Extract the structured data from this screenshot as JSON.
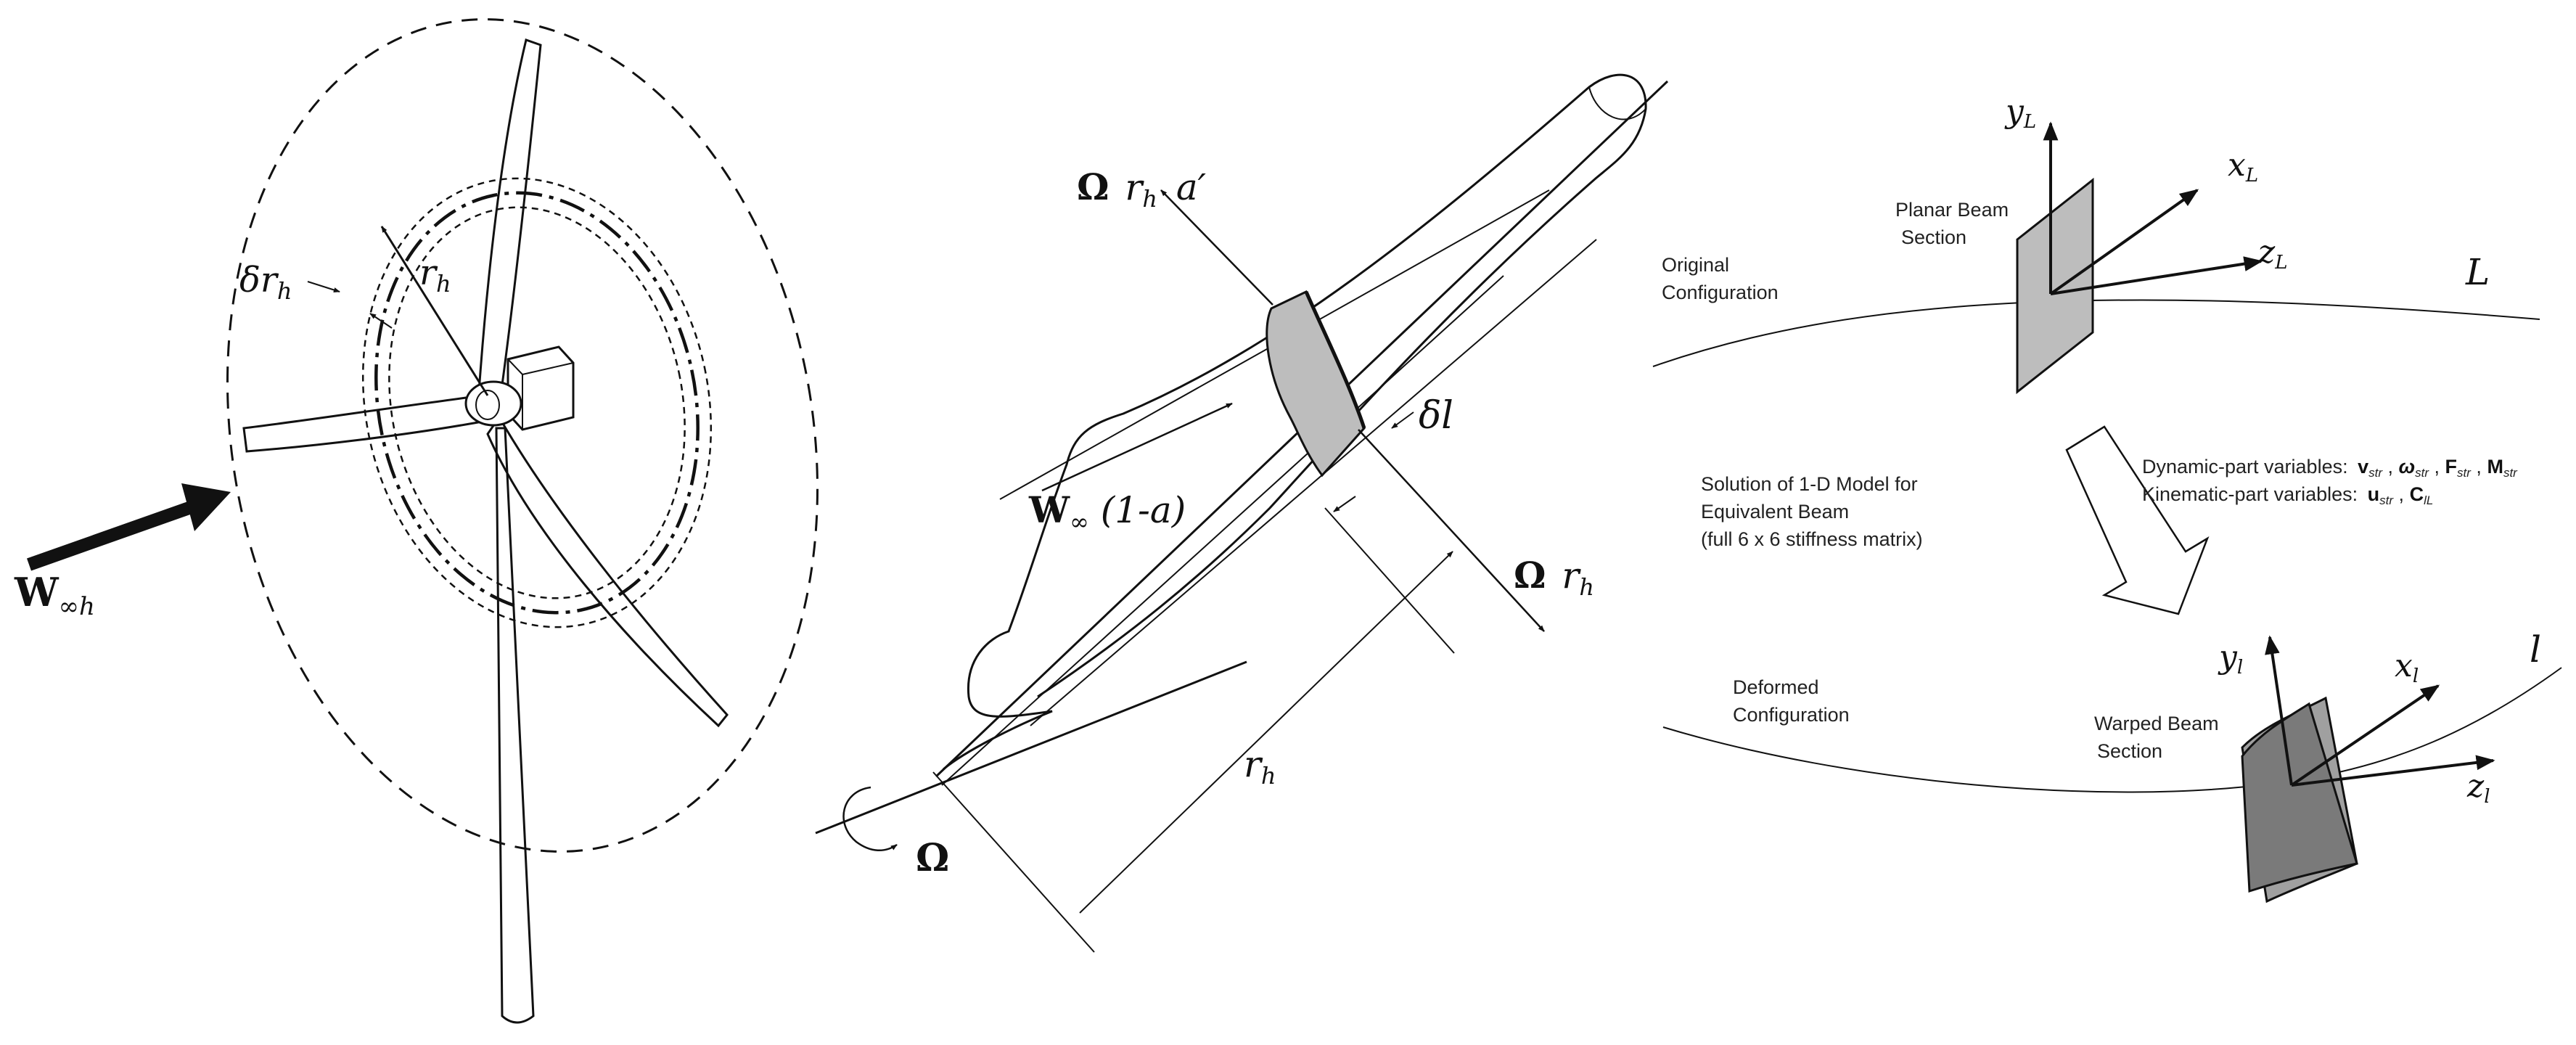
{
  "colors": {
    "ink": "#111111",
    "section_light": "#bdbdbd",
    "section_dark": "#7a7a7a",
    "section_back": "#a0a0a0"
  },
  "panel_left": {
    "r_h": "r",
    "r_h_sub": "h",
    "delta": "δr",
    "delta_sub": "h",
    "wind_symbol": "W",
    "wind_sub": "∞h"
  },
  "panel_mid": {
    "tangential_bold": "Ω",
    "tangential_r": "r",
    "tangential_sub": "h",
    "tangential_tail": "a′",
    "axial_bold": "W",
    "axial_sub": "∞",
    "axial_tail": "(1-a)",
    "delta_l": "δl",
    "rot_bold": "Ω",
    "rot_r": "r",
    "rot_sub": "h",
    "radius_r": "r",
    "radius_sub": "h",
    "omega_label": "Ω"
  },
  "panel_right": {
    "planar_line1": "Planar Beam",
    "planar_line2": "Section",
    "original_line1": "Original",
    "original_line2": "Configuration",
    "deformed_line1": "Deformed",
    "deformed_line2": "Configuration",
    "warped_line1": "Warped Beam",
    "warped_line2": "Section",
    "solution_line1": "Solution of 1-D Model for",
    "solution_line2": "Equivalent Beam",
    "solution_line3": "(full 6 x 6 stiffness matrix)",
    "dynamic_label": "Dynamic-part variables:",
    "dynamic_vars": "v",
    "dynamic_vars_sub": "str",
    "dynamic_w": "ω",
    "dynamic_w_sub": "str",
    "dynamic_f": "F",
    "dynamic_f_sub": "str",
    "dynamic_m": "M",
    "dynamic_m_sub": "str",
    "kinematic_label": "Kinematic-part variables:",
    "kinematic_u": "u",
    "kinematic_u_sub": "str",
    "kinematic_c": "C",
    "kinematic_c_sub": "lL",
    "yL": "y",
    "yL_sub": "L",
    "xL": "x",
    "xL_sub": "L",
    "zL": "z",
    "zL_sub": "L",
    "L_label": "L",
    "yl": "y",
    "yl_sub": "l",
    "xl": "x",
    "xl_sub": "l",
    "zl": "z",
    "zl_sub": "l",
    "l_label": "l"
  }
}
